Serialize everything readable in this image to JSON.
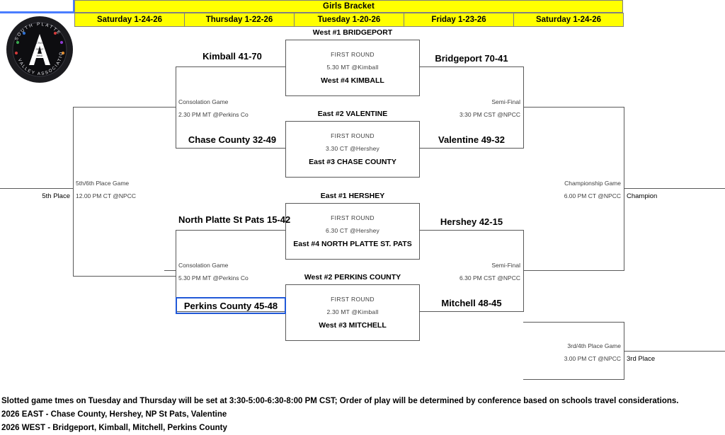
{
  "header": {
    "title": "Girls Bracket",
    "dates": [
      "Saturday 1-24-26",
      "Thursday 1-22-26",
      "Tuesday 1-20-26",
      "Friday 1-23-26",
      "Saturday 1-24-26"
    ]
  },
  "logo": {
    "name": "south-platte-valley-association-logo",
    "arc_top": "SOUTH PLATTE",
    "arc_bottom": "VALLEY ASSOCIATION",
    "monogram": "A",
    "inner_words": [
      "ACTIVITY",
      "SPIRIT",
      "MIND"
    ]
  },
  "colors": {
    "header_fill": "#ffff00",
    "header_border": "#808080",
    "line": "#595959",
    "selection": "#2159d8",
    "cell_selection": "#4a7dff",
    "small_text": "#3f3f3f"
  },
  "first_round": [
    {
      "id": "fr-1",
      "top_seed": "West #1 BRIDGEPORT",
      "round_label": "FIRST ROUND",
      "time": "5.30 MT @Kimball",
      "bottom_seed": "West #4 KIMBALL"
    },
    {
      "id": "fr-2",
      "top_seed": "East #2 VALENTINE",
      "round_label": "FIRST ROUND",
      "time": "3.30  CT @Hershey",
      "bottom_seed": "East #3 CHASE COUNTY"
    },
    {
      "id": "fr-3",
      "top_seed": "East #1 HERSHEY",
      "round_label": "FIRST ROUND",
      "time": "6.30 CT @Hershey",
      "bottom_seed": "East #4 NORTH PLATTE ST. PATS"
    },
    {
      "id": "fr-4",
      "top_seed": "West #2 PERKINS COUNTY",
      "round_label": "FIRST ROUND",
      "time": "2.30 MT @Kimball",
      "bottom_seed": "West #3 MITCHELL"
    }
  ],
  "semifinal_teams": {
    "bridgeport": "Bridgeport 70-41",
    "valentine": "Valentine 49-32",
    "hershey": "Hershey 42-15",
    "mitchell": "Mitchell 48-45"
  },
  "consolation_teams": {
    "kimball": "Kimball 41-70",
    "chase_county": "Chase County 32-49",
    "np_st_pats": "North Platte St Pats 15-42",
    "perkins_county": "Perkins County 45-48"
  },
  "games": {
    "consolation_top": {
      "label": "Consolation Game",
      "time": "2.30 PM MT  @Perkins Co"
    },
    "consolation_bottom": {
      "label": "Consolation Game",
      "time": "5.30 PM MT @Perkins Co"
    },
    "fifth_sixth": {
      "label": "5th/6th Place Game",
      "time": "12.00 PM CT @NPCC"
    },
    "semifinal_top": {
      "label": "Semi-Final",
      "time": "3:30 PM CST @NPCC"
    },
    "semifinal_bottom": {
      "label": "Semi-Final",
      "time": "6.30 PM CST @NPCC"
    },
    "championship": {
      "label": "Championship Game",
      "time": "6.00 PM CT @NPCC"
    },
    "third_fourth": {
      "label": "3rd/4th Place Game",
      "time": "3.00 PM CT @NPCC"
    }
  },
  "terminals": {
    "fifth_place": "5th Place",
    "champion": "Champion",
    "third_place": "3rd Place"
  },
  "footer": {
    "line1": "Slotted game tmes on Tuesday and Thursday will be set at 3:30-5:00-6:30-8:00 PM CST; Order of play will be determined by conference based on schools travel considerations.",
    "line2": "2026 EAST - Chase County, Hershey, NP St Pats, Valentine",
    "line3": "2026 WEST - Bridgeport, Kimball, Mitchell, Perkins County"
  }
}
